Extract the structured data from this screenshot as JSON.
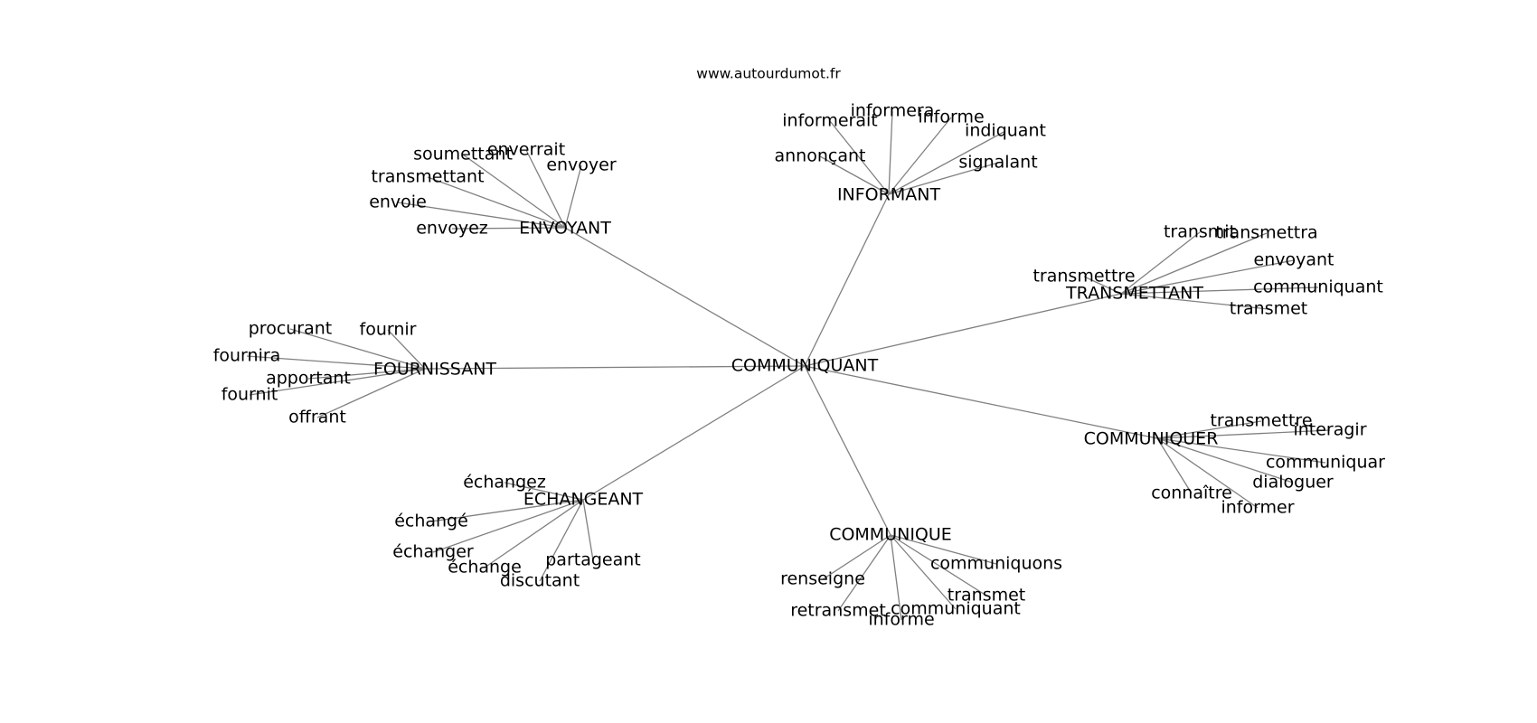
{
  "source_url": "www.autourdumot.fr",
  "graph": {
    "center": {
      "id": "communiquant",
      "label": "COMMUNIQUANT"
    },
    "clusters": [
      {
        "id": "envoyant",
        "label": "ENVOYANT",
        "leaves": [
          {
            "id": "soumettant",
            "label": "soumettant"
          },
          {
            "id": "enverrait",
            "label": "enverrait"
          },
          {
            "id": "envoyer",
            "label": "envoyer"
          },
          {
            "id": "transmettant",
            "label": "transmettant"
          },
          {
            "id": "envoie",
            "label": "envoie"
          },
          {
            "id": "envoyez",
            "label": "envoyez"
          }
        ]
      },
      {
        "id": "informant",
        "label": "INFORMANT",
        "leaves": [
          {
            "id": "informerait",
            "label": "informerait"
          },
          {
            "id": "informera",
            "label": "informera"
          },
          {
            "id": "informe",
            "label": "informe"
          },
          {
            "id": "indiquant",
            "label": "indiquant"
          },
          {
            "id": "annoncant",
            "label": "annonçant"
          },
          {
            "id": "signalant",
            "label": "signalant"
          }
        ]
      },
      {
        "id": "transmettant-hub",
        "label": "TRANSMETTANT",
        "leaves": [
          {
            "id": "transmit",
            "label": "transmit"
          },
          {
            "id": "transmettra",
            "label": "transmettra"
          },
          {
            "id": "envoyant-leaf",
            "label": "envoyant"
          },
          {
            "id": "transmettre",
            "label": "transmettre"
          },
          {
            "id": "communiquant-leaf",
            "label": "communiquant"
          },
          {
            "id": "transmet",
            "label": "transmet"
          }
        ]
      },
      {
        "id": "fournissant",
        "label": "FOURNISSANT",
        "leaves": [
          {
            "id": "procurant",
            "label": "procurant"
          },
          {
            "id": "fournir",
            "label": "fournir"
          },
          {
            "id": "fournira",
            "label": "fournira"
          },
          {
            "id": "apportant",
            "label": "apportant"
          },
          {
            "id": "fournit",
            "label": "fournit"
          },
          {
            "id": "offrant",
            "label": "offrant"
          }
        ]
      },
      {
        "id": "communiquer",
        "label": "COMMUNIQUER",
        "leaves": [
          {
            "id": "transmettre-2",
            "label": "transmettre"
          },
          {
            "id": "interagir",
            "label": "interagir"
          },
          {
            "id": "communiquar",
            "label": "communiquar"
          },
          {
            "id": "dialoguer",
            "label": "dialoguer"
          },
          {
            "id": "connaitre",
            "label": "connaître"
          },
          {
            "id": "informer",
            "label": "informer"
          }
        ]
      },
      {
        "id": "echangeant",
        "label": "ÉCHANGEANT",
        "leaves": [
          {
            "id": "echangez",
            "label": "échangez"
          },
          {
            "id": "echange-p",
            "label": "échangé"
          },
          {
            "id": "echanger",
            "label": "échanger"
          },
          {
            "id": "echange",
            "label": "échange"
          },
          {
            "id": "partageant",
            "label": "partageant"
          },
          {
            "id": "discutant",
            "label": "discutant"
          }
        ]
      },
      {
        "id": "communique",
        "label": "COMMUNIQUE",
        "leaves": [
          {
            "id": "communiquons",
            "label": "communiquons"
          },
          {
            "id": "renseigne",
            "label": "renseigne"
          },
          {
            "id": "transmet-2",
            "label": "transmet"
          },
          {
            "id": "retransmet",
            "label": "retransmet"
          },
          {
            "id": "communiquant-2",
            "label": "communiquant"
          },
          {
            "id": "informe-2",
            "label": "informe"
          }
        ]
      }
    ]
  }
}
